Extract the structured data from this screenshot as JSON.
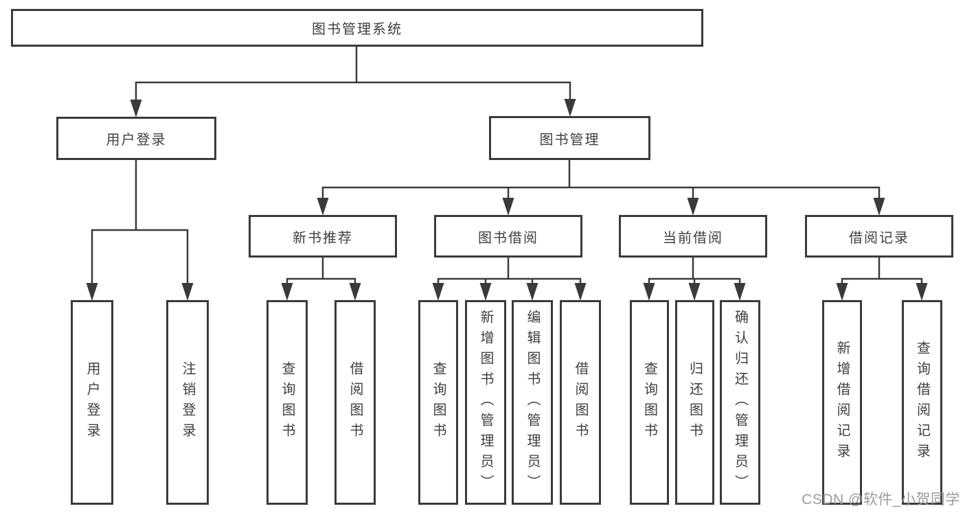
{
  "colors": {
    "line": "#3a3a3a",
    "box_border": "#3a3a3a",
    "box_fill": "#ffffff",
    "text": "#3f3f3f",
    "watermark": "#9b9b9b",
    "background": "#ffffff"
  },
  "tree": {
    "root": {
      "label": "图书管理系统"
    },
    "branches": [
      {
        "label": "用户登录",
        "children": [
          {
            "label": "用户登录"
          },
          {
            "label": "注销登录"
          }
        ]
      },
      {
        "label": "图书管理",
        "children": [
          {
            "label": "新书推荐",
            "children": [
              {
                "label": "查询图书"
              },
              {
                "label": "借阅图书"
              }
            ]
          },
          {
            "label": "图书借阅",
            "children": [
              {
                "label": "查询图书"
              },
              {
                "label": "新增图书（管理员）"
              },
              {
                "label": "编辑图书（管理员）"
              },
              {
                "label": "借阅图书"
              }
            ]
          },
          {
            "label": "当前借阅",
            "children": [
              {
                "label": "查询图书"
              },
              {
                "label": "归还图书"
              },
              {
                "label": "确认归还（管理员）"
              }
            ]
          },
          {
            "label": "借阅记录",
            "children": [
              {
                "label": "新增借阅记录"
              },
              {
                "label": "查询借阅记录"
              }
            ]
          }
        ]
      }
    ]
  },
  "watermark": {
    "text": "CSDN @软件_小贺同学"
  }
}
